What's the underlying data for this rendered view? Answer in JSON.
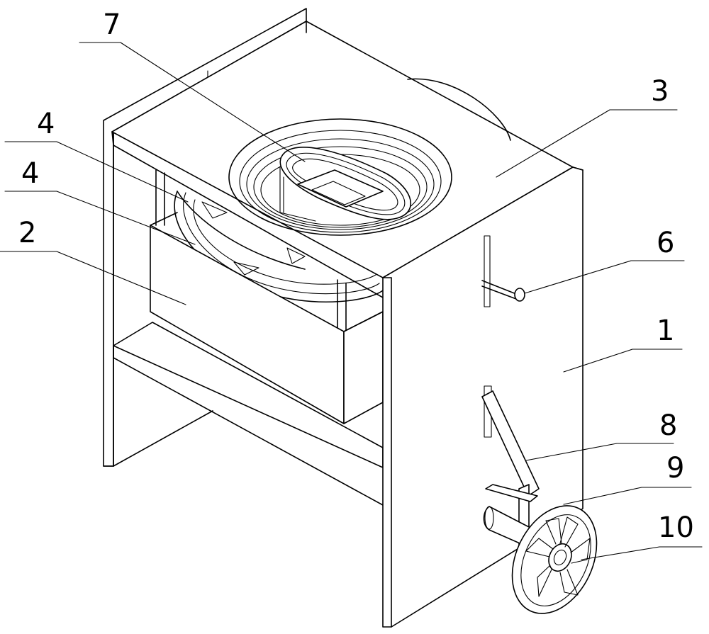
{
  "labels": {
    "l1": "1",
    "l2": "2",
    "l3": "3",
    "l4a": "4",
    "l4b": "4",
    "l6": "6",
    "l7": "7",
    "l8": "8",
    "l9": "9",
    "l10": "10"
  }
}
